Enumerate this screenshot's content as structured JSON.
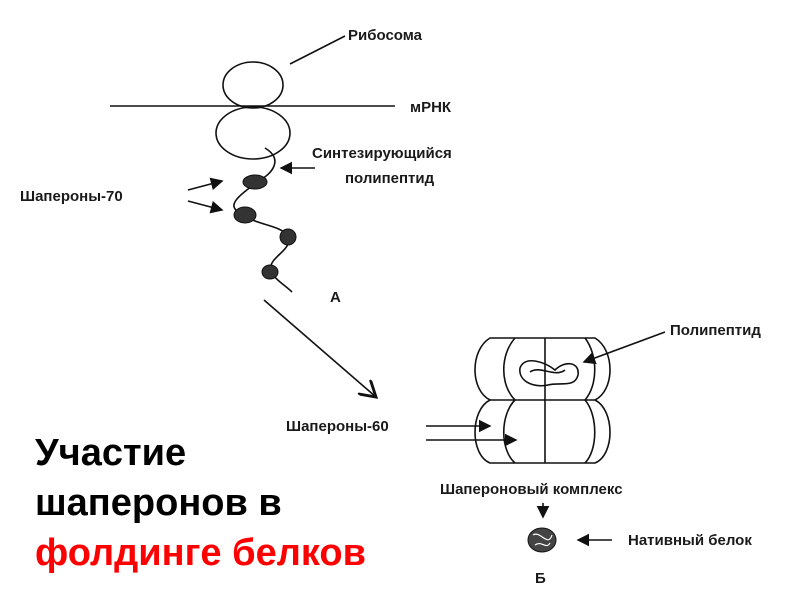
{
  "diagram": {
    "part_a": {
      "ribosome": "Рибосома",
      "mrna": "мРНК",
      "synthesizing_1": "Синтезирующийся",
      "synthesizing_2": "полипептид",
      "chaperones70": "Шапероны-70",
      "marker": "А"
    },
    "part_b": {
      "polypeptide": "Полипептид",
      "chaperones60": "Шапероны-60",
      "complex": "Шапероновый комплекс",
      "native_protein": "Нативный белок",
      "marker": "Б"
    }
  },
  "title": {
    "line1": "Участие",
    "line2": "шаперонов в",
    "line3": "фолдинге белков",
    "line3_color": "#ff0000"
  }
}
